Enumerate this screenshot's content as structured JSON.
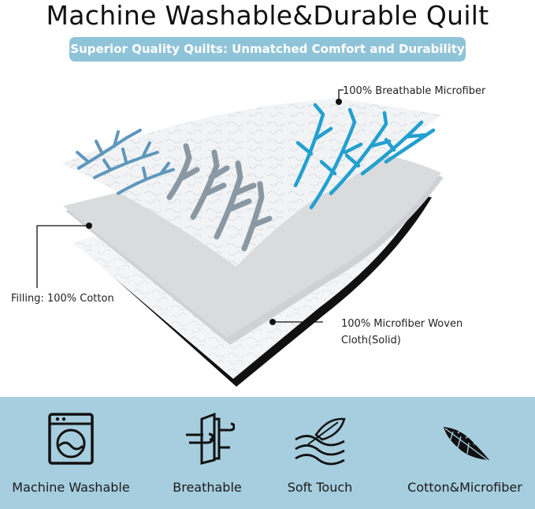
{
  "header": {
    "title": "Machine Washable&Durable Quilt",
    "banner": "Superior Quality Quilts: Unmatched Comfort and Durability"
  },
  "layers": {
    "top_label": "100% Breathable Microfiber",
    "middle_label": "Filling: 100% Cotton",
    "bottom_label_line1": "100% Microfiber Woven",
    "bottom_label_line2": "Cloth(Solid)"
  },
  "features": [
    {
      "label": "Machine Washable",
      "icon": "washing-machine-icon"
    },
    {
      "label": "Breathable",
      "icon": "breathable-door-icon"
    },
    {
      "label": "Soft Touch",
      "icon": "feather-soft-icon"
    },
    {
      "label": "Cotton&Microfiber",
      "icon": "leaf-icon"
    }
  ],
  "colors": {
    "banner": "#8fc3d8",
    "bottom_panel": "#a6cedf",
    "coral_blue": "#2aa6d2",
    "coral_grey": "#7f95a4"
  }
}
